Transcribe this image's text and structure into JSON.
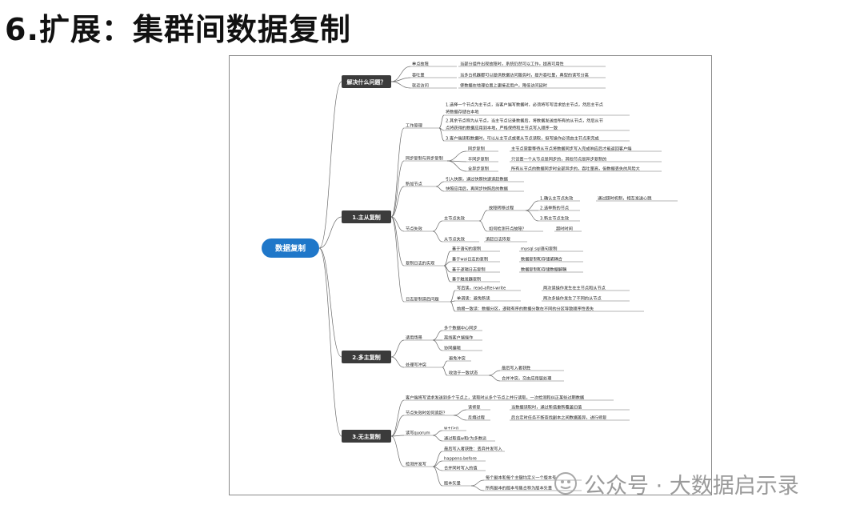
{
  "page": {
    "title": "6.扩展：集群间数据复制",
    "watermark": "公众号 · 大数据启示录"
  },
  "mindmap": {
    "root": "数据复制",
    "branches": [
      {
        "label": "解决什么问题？",
        "children": [
          {
            "label": "单点故障",
            "detail": "当部分组件出现故障时，系统仍然可以工作，提高可用性"
          },
          {
            "label": "吞吐量",
            "detail": "当多台机器都可以提供数据访问服务时，提升吞吐量，典型的读写分离"
          },
          {
            "label": "就近访问",
            "detail": "使数据在地理位置上更接近用户，降低访问延时"
          }
        ]
      },
      {
        "label": "1.主从复制",
        "children": [
          {
            "label": "工作原理",
            "items": [
              "1.选择一个节点为主节点，当客户端写数据时，必须将写写请求给主节点，然后主节点",
              "将数据存储在本地",
              "2.其余节点称为从节点，当主节点记录数据后，将数据发送给所有的从节点，然后从节",
              "点将获得的数据应用到本地，严格保持和主节点写入顺序一致",
              "3.客户端读取数据时，可以从主节点或者从节点读取，但写操作必须由主节点来完成"
            ]
          },
          {
            "label": "同步复制与异步复制",
            "items": [
              {
                "label": "同步复制",
                "detail": "主节点需要等待从节点将数据同步写入完成响应后才能返回客户端"
              },
              {
                "label": "半同步复制",
                "detail": "只设置一个从节点是同步的，其他节点是异步复制的"
              },
              {
                "label": "全异步复制",
                "detail": "所有从节点的数据同步时全部异步的，吞吐量高，但数据丢失的风险大"
              }
            ]
          },
          {
            "label": "新加节点",
            "items": [
              "引入快照，通过快照快速追赶数据",
              "快照应用后，再同步快照后的数据"
            ]
          },
          {
            "label": "节点失效",
            "items": [
              {
                "label": "主节点失效",
                "children": [
                  {
                    "label": "故障转移过程",
                    "items": [
                      {
                        "label": "1.确认主节点失效",
                        "detail": "通过超时机制，相互发送心跳"
                      },
                      {
                        "label": "2.选举新的节点"
                      },
                      {
                        "label": "3.新主节点生效"
                      }
                    ]
                  },
                  {
                    "label": "如何检测节点故障？",
                    "detail": "超时时间"
                  }
                ]
              },
              {
                "label": "从节点失效",
                "detail": "追赶日志恢复"
              }
            ]
          },
          {
            "label": "复制日志的实现",
            "items": [
              {
                "label": "基于语句的复制",
                "detail": "mysql sql语句复制"
              },
              {
                "label": "基于wal日志的复制",
                "detail": "数据复制和存储紧耦合"
              },
              {
                "label": "基于逻辑日志复制",
                "detail": "数据复制和存储数据解耦"
              },
              {
                "label": "基于触发器复制"
              }
            ]
          },
          {
            "label": "日志复制滞后问题",
            "items": [
              {
                "label": "写后读，read-after-write",
                "detail": "两次读操作发生在主节点和从节点"
              },
              {
                "label": "单调读：避免新读",
                "detail": "两次多操作发生了不同的从节点"
              },
              {
                "label": "前缀一致读：数据分区，逻辑有序的数据分散在不同的分区导致顺序性丢失"
              }
            ]
          }
        ]
      },
      {
        "label": "2.多主复制",
        "children": [
          {
            "label": "适用场景",
            "items": [
              "多个数据中心同步",
              "离线客户端操作",
              "协同编辑"
            ]
          },
          {
            "label": "处理写冲突",
            "items": [
              {
                "label": "避免冲突"
              },
              {
                "label": "收敛于一致状态",
                "children": [
                  "最后写入者获胜",
                  "合并冲突，交由应用层处理"
                ]
              }
            ]
          }
        ]
      },
      {
        "label": "3.无主复制",
        "children": [
          {
            "label": "客户端将写请求发送到多个节点上，读取时从多个节点上并行读取，一次检测和纠正某些过期数据"
          },
          {
            "label": "节点失效时如何追赶？",
            "items": [
              {
                "label": "读修复",
                "detail": "当数据读取时，通过新值重新覆盖旧值"
              },
              {
                "label": "反熵过程",
                "detail": "后台定时任务不断查找副本之间数据差异，进行修复"
              }
            ]
          },
          {
            "label": "读写quorum",
            "items": [
              "w+r>n",
              "通过取值w和r为多数派"
            ]
          },
          {
            "label": "检测并发写",
            "items": [
              {
                "label": "最后写入者获胜：丢弃并发写入"
              },
              {
                "label": "happens-before"
              },
              {
                "label": "合并同时写入的值"
              },
              {
                "label": "版本矢量",
                "children": [
                  "每个副本和每个主键均定义一个版本号",
                  "所有副本的版本号集合称为版本矢量"
                ]
              }
            ]
          }
        ]
      }
    ]
  },
  "colors": {
    "root_fill": "#1f77c9",
    "root_text": "#ffffff",
    "branch_fill": "#3b3b3b",
    "branch_text": "#ffffff",
    "line": "#6a6a6a",
    "leaf_text": "#222222"
  }
}
